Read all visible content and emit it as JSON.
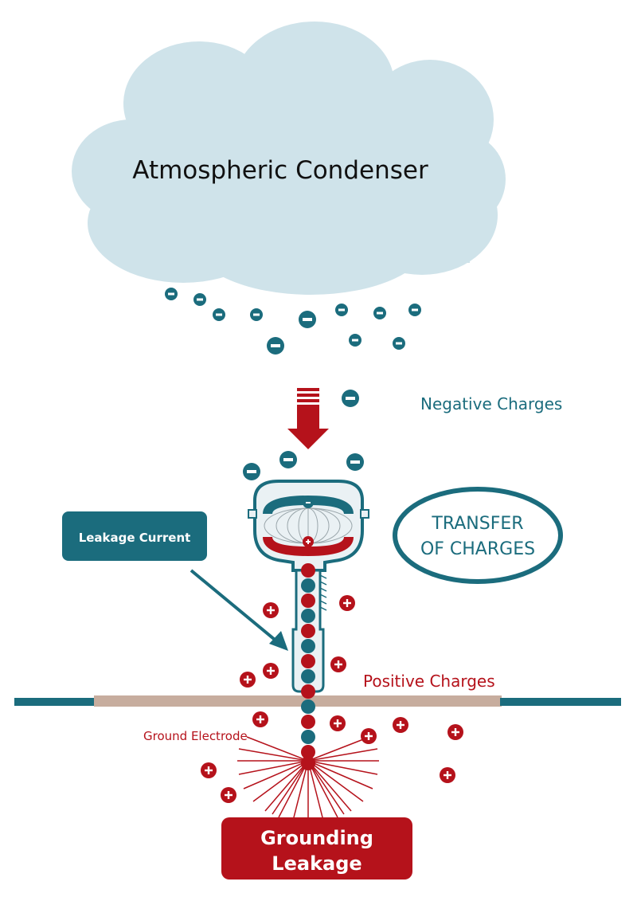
{
  "labels": {
    "cloud": "Atmospheric Condenser",
    "negative": "Negative Charges",
    "transfer_line1": "TRANSFER",
    "transfer_line2": "OF CHARGES",
    "leakage_current": "Leakage Current",
    "positive": "Positive Charges",
    "ground_electrode": "Ground Electrode",
    "grounding_line1": "Grounding",
    "grounding_line2": "Leakage"
  },
  "charges": {
    "negative_symbol": "−",
    "positive_symbol": "+"
  },
  "colors": {
    "cloud": "#cfe3ea",
    "teal": "#1b6c7d",
    "red": "#b5121b",
    "ground_surface": "#c7ad9e",
    "text_dark": "#111111"
  }
}
